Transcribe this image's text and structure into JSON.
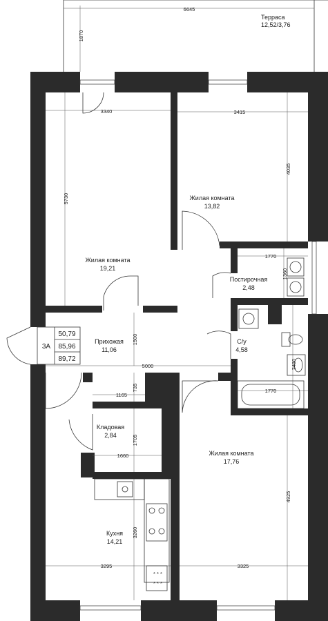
{
  "apartment": {
    "type": "3А",
    "areas": [
      "50,79",
      "85,96",
      "89,72"
    ]
  },
  "rooms": [
    {
      "name": "Терраса",
      "area": "12,52/3,76"
    },
    {
      "name": "Жилая комната",
      "area": "19,21"
    },
    {
      "name": "Жилая комната",
      "area": "13,82"
    },
    {
      "name": "Постирочная",
      "area": "2,48"
    },
    {
      "name": "Прихожая",
      "area": "11,06"
    },
    {
      "name": "С/у",
      "area": "4,58"
    },
    {
      "name": "Кладовая",
      "area": "2,84"
    },
    {
      "name": "Жилая комната",
      "area": "17,76"
    },
    {
      "name": "Кухня",
      "area": "14,21"
    }
  ],
  "dimensions": {
    "terrace_width": "6645",
    "terrace_depth": "1870",
    "room1_width": "3340",
    "room1_length": "5730",
    "room2_width": "3415",
    "room2_length": "4035",
    "laundry_width": "1770",
    "laundry_depth": "1360",
    "hall_length": "5000",
    "hall_width": "1500",
    "storage_top": "1165",
    "storage_gap": "735",
    "storage_width": "1660",
    "storage_depth": "1705",
    "bath_width": "1770",
    "bath_depth": "2430",
    "kitchen_depth": "3260",
    "kitchen_width": "3295",
    "room3_length": "4925",
    "room3_width": "3325"
  }
}
